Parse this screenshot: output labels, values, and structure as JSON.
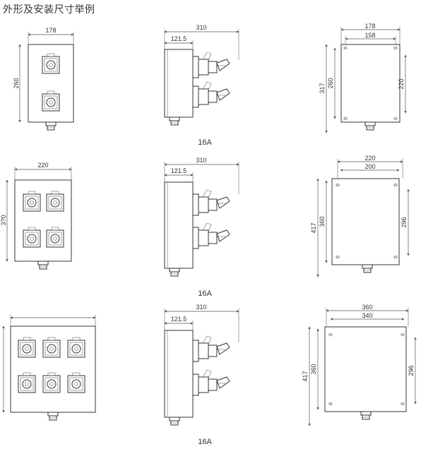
{
  "page_title": "外形及安装尺寸举例",
  "rows": [
    {
      "front": {
        "width": "178",
        "height": "260"
      },
      "side": {
        "depth": "310",
        "offset": "121.5",
        "caption": "16A"
      },
      "mount": {
        "outer_w": "178",
        "inner_w": "158",
        "outer_h": "317",
        "inner_h": "260",
        "hole_h": "220"
      }
    },
    {
      "front": {
        "width": "220",
        "height": "3?0"
      },
      "side": {
        "depth": "310",
        "offset": "121.5",
        "caption": "16A"
      },
      "mount": {
        "outer_w": "220",
        "inner_w": "200",
        "outer_h": "417",
        "inner_h": "360",
        "hole_h": "296"
      }
    },
    {
      "front": {
        "width": "",
        "height": ""
      },
      "side": {
        "depth": "310",
        "offset": "121.5",
        "caption": "16A"
      },
      "mount": {
        "outer_w": "360",
        "inner_w": "340",
        "outer_h": "417",
        "inner_h": "360",
        "hole_h": "296"
      }
    }
  ]
}
